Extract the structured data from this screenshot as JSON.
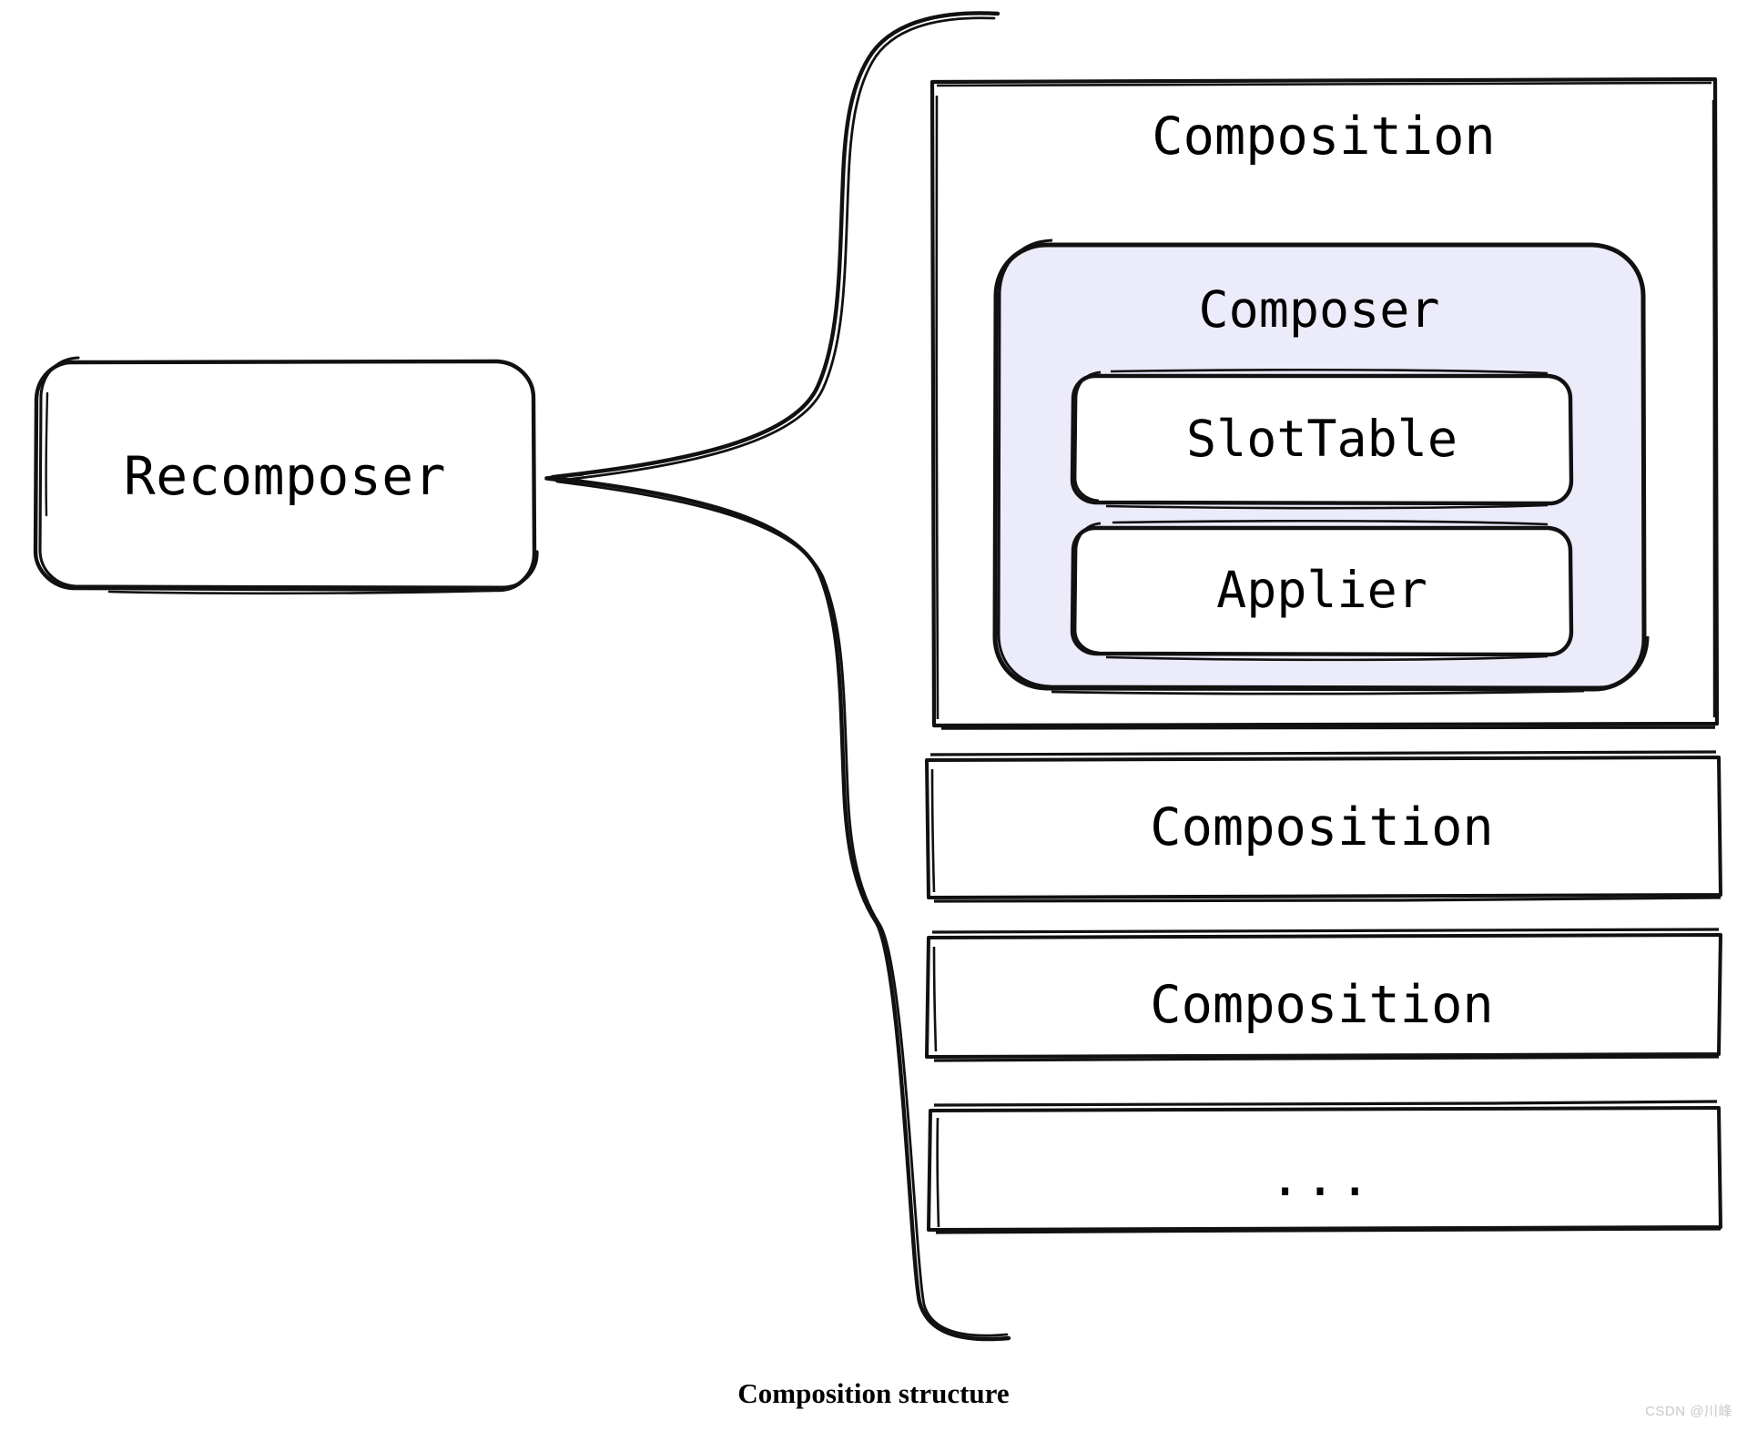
{
  "diagram": {
    "title": "Composition structure",
    "caption": "Composition structure",
    "watermark": "CSDN @川峰",
    "style": "hand-drawn sketch",
    "colors": {
      "stroke": "#000000",
      "background": "#ffffff",
      "composer_fill": "#ecebfa",
      "node_fill": "#ffffff",
      "caption_text": "#000000",
      "watermark_text": "#c9c9c9"
    },
    "nodes": {
      "recomposer": {
        "label": "Recomposer",
        "shape": "rounded-rect",
        "fill": "#ffffff"
      },
      "composition_active": {
        "label": "Composition",
        "shape": "rect",
        "fill": "#ffffff"
      },
      "composer": {
        "label": "Composer",
        "shape": "rounded-rect",
        "fill": "#ecebfa"
      },
      "slot_table": {
        "label": "SlotTable",
        "shape": "rounded-rect",
        "fill": "#ffffff"
      },
      "applier": {
        "label": "Applier",
        "shape": "rounded-rect",
        "fill": "#ffffff"
      },
      "composition_2": {
        "label": "Composition",
        "shape": "rect",
        "fill": "#ffffff"
      },
      "composition_3": {
        "label": "Composition",
        "shape": "rect",
        "fill": "#ffffff"
      },
      "composition_more": {
        "label": "...",
        "shape": "rect",
        "fill": "#ffffff"
      }
    },
    "connector": {
      "type": "curly-brace",
      "from": "recomposer",
      "to": "composition-list",
      "description": "brace grouping all Composition boxes back to Recomposer"
    }
  }
}
